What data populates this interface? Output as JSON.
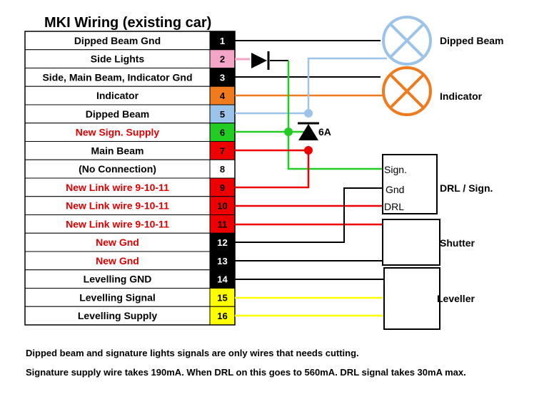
{
  "title": "MKI Wiring (existing car)",
  "rows": [
    {
      "label": "Dipped Beam Gnd",
      "pin": "1",
      "label_color": "#000000",
      "pin_bg": "#000000",
      "pin_fg": "#ffffff"
    },
    {
      "label": "Side Lights",
      "pin": "2",
      "label_color": "#000000",
      "pin_bg": "#f4a6c8",
      "pin_fg": "#000000"
    },
    {
      "label": "Side, Main Beam, Indicator Gnd",
      "pin": "3",
      "label_color": "#000000",
      "pin_bg": "#000000",
      "pin_fg": "#ffffff"
    },
    {
      "label": "Indicator",
      "pin": "4",
      "label_color": "#000000",
      "pin_bg": "#f07a1e",
      "pin_fg": "#000000"
    },
    {
      "label": "Dipped Beam",
      "pin": "5",
      "label_color": "#000000",
      "pin_bg": "#9cc3ea",
      "pin_fg": "#000000"
    },
    {
      "label": "New Sign. Supply",
      "pin": "6",
      "label_color": "#e00000",
      "pin_bg": "#22cc22",
      "pin_fg": "#000000"
    },
    {
      "label": "Main Beam",
      "pin": "7",
      "label_color": "#000000",
      "pin_bg": "#ee0000",
      "pin_fg": "#000000"
    },
    {
      "label": "(No Connection)",
      "pin": "8",
      "label_color": "#000000",
      "pin_bg": "#ffffff",
      "pin_fg": "#000000"
    },
    {
      "label": "New Link wire 9-10-11",
      "pin": "9",
      "label_color": "#e00000",
      "pin_bg": "#ee0000",
      "pin_fg": "#000000"
    },
    {
      "label": "New Link wire 9-10-11",
      "pin": "10",
      "label_color": "#e00000",
      "pin_bg": "#ee0000",
      "pin_fg": "#000000"
    },
    {
      "label": "New Link wire 9-10-11",
      "pin": "11",
      "label_color": "#e00000",
      "pin_bg": "#ee0000",
      "pin_fg": "#000000"
    },
    {
      "label": "New Gnd",
      "pin": "12",
      "label_color": "#e00000",
      "pin_bg": "#000000",
      "pin_fg": "#ffffff"
    },
    {
      "label": "New Gnd",
      "pin": "13",
      "label_color": "#e00000",
      "pin_bg": "#000000",
      "pin_fg": "#ffffff"
    },
    {
      "label": "Levelling GND",
      "pin": "14",
      "label_color": "#000000",
      "pin_bg": "#000000",
      "pin_fg": "#ffffff"
    },
    {
      "label": "Levelling Signal",
      "pin": "15",
      "label_color": "#000000",
      "pin_bg": "#ffff00",
      "pin_fg": "#000000"
    },
    {
      "label": "Levelling Supply",
      "pin": "16",
      "label_color": "#000000",
      "pin_bg": "#ffff00",
      "pin_fg": "#000000"
    }
  ],
  "components": {
    "dipped_beam_lamp": "Dipped Beam",
    "indicator_lamp": "Indicator",
    "diode_rating": "6A",
    "drl_box": {
      "label": "DRL / Sign.",
      "ports": [
        "Sign.",
        "Gnd",
        "DRL"
      ]
    },
    "shutter_box": "Shutter",
    "leveller_box": "Leveller"
  },
  "colors": {
    "ground": "#000000",
    "side_light": "#f4a6c8",
    "indicator": "#f07a1e",
    "dipped": "#9cc3ea",
    "signature": "#22cc22",
    "main_beam": "#ee0000",
    "levelling": "#ffff00"
  },
  "notes": [
    "Dipped beam  and signature lights signals are only wires that needs cutting.",
    "Signature supply wire takes 190mA. When DRL on this goes to 560mA. DRL signal takes 30mA max."
  ]
}
